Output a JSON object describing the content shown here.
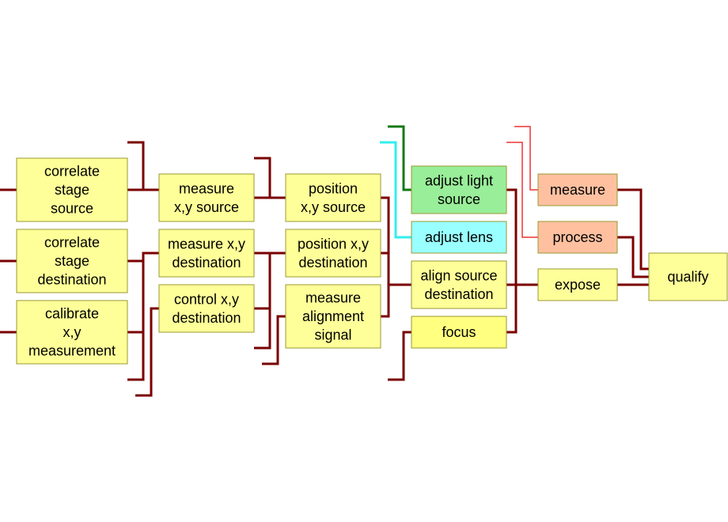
{
  "colors": {
    "connector": "#7a0000",
    "connector_green": "#157a15",
    "connector_cyan": "#33eeee",
    "connector_red": "#ee3333",
    "node_yellow": "#ffff99",
    "node_bright_yellow": "#ffff80",
    "node_green": "#99ee99",
    "node_cyan": "#99ffff",
    "node_salmon": "#ffc0a0",
    "node_border": "#999933"
  },
  "nodes": [
    {
      "id": "correlate-stage-source",
      "lines": [
        "correlate",
        "stage",
        "source"
      ],
      "color": "node_yellow"
    },
    {
      "id": "correlate-stage-destination",
      "lines": [
        "correlate",
        "stage",
        "destination"
      ],
      "color": "node_yellow"
    },
    {
      "id": "calibrate-xy-measurement",
      "lines": [
        "calibrate",
        "x,y",
        "measurement"
      ],
      "color": "node_yellow"
    },
    {
      "id": "measure-xy-source",
      "lines": [
        "measure",
        "x,y source"
      ],
      "color": "node_yellow"
    },
    {
      "id": "measure-xy-destination",
      "lines": [
        "measure x,y",
        "destination"
      ],
      "color": "node_yellow"
    },
    {
      "id": "control-xy-destination",
      "lines": [
        "control x,y",
        "destination"
      ],
      "color": "node_yellow"
    },
    {
      "id": "position-xy-source",
      "lines": [
        "position",
        "x,y source"
      ],
      "color": "node_yellow"
    },
    {
      "id": "position-xy-destination",
      "lines": [
        "position x,y",
        "destination"
      ],
      "color": "node_yellow"
    },
    {
      "id": "measure-alignment-signal",
      "lines": [
        "measure",
        "alignment",
        "signal"
      ],
      "color": "node_yellow"
    },
    {
      "id": "adjust-light-source",
      "lines": [
        "adjust light",
        "source"
      ],
      "color": "node_green"
    },
    {
      "id": "adjust-lens",
      "lines": [
        "adjust lens"
      ],
      "color": "node_cyan"
    },
    {
      "id": "align-source-destination",
      "lines": [
        "align source",
        "destination"
      ],
      "color": "node_yellow"
    },
    {
      "id": "focus",
      "lines": [
        "focus"
      ],
      "color": "node_bright_yellow"
    },
    {
      "id": "measure",
      "lines": [
        "measure"
      ],
      "color": "node_salmon"
    },
    {
      "id": "process",
      "lines": [
        "process"
      ],
      "color": "node_salmon"
    },
    {
      "id": "expose",
      "lines": [
        "expose"
      ],
      "color": "node_yellow"
    },
    {
      "id": "qualify",
      "lines": [
        "qualify"
      ],
      "color": "node_yellow"
    }
  ]
}
